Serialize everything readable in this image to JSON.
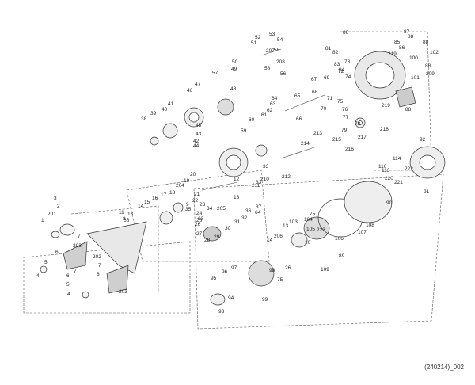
{
  "diagram_code": "(240214)_002",
  "callouts": [
    "1",
    "201",
    "3",
    "2",
    "7",
    "202",
    "6",
    "5",
    "4",
    "7",
    "6",
    "5",
    "4",
    "202",
    "7",
    "6",
    "203",
    "8",
    "11",
    "13",
    "14",
    "15",
    "16",
    "17",
    "18",
    "204",
    "19",
    "20",
    "21",
    "22",
    "23",
    "34",
    "205",
    "33",
    "33",
    "12",
    "13",
    "24",
    "25",
    "26",
    "27",
    "28",
    "29",
    "30",
    "31",
    "32",
    "36",
    "37",
    "38",
    "39",
    "40",
    "41",
    "42",
    "43",
    "44",
    "45",
    "46",
    "47",
    "48",
    "49",
    "50",
    "51",
    "52",
    "53",
    "54",
    "55",
    "207",
    "208",
    "56",
    "57",
    "58",
    "59",
    "60",
    "61",
    "62",
    "63",
    "64",
    "65",
    "66",
    "67",
    "68",
    "69",
    "70",
    "71",
    "72",
    "73",
    "74",
    "75",
    "76",
    "77",
    "78",
    "79",
    "80",
    "81",
    "82",
    "83",
    "84",
    "85",
    "86",
    "87",
    "88",
    "88",
    "88",
    "209",
    "210",
    "211",
    "212",
    "213",
    "214",
    "215",
    "216",
    "217",
    "218",
    "219",
    "219",
    "88",
    "100",
    "101",
    "102",
    "103",
    "104",
    "105",
    "106",
    "107",
    "108",
    "109",
    "110",
    "113",
    "114",
    "220",
    "221",
    "222",
    "223",
    "89",
    "90",
    "91",
    "92",
    "93",
    "94",
    "95",
    "96",
    "97",
    "98",
    "99",
    "75",
    "26",
    "14",
    "13",
    "75",
    "206",
    "35",
    "9",
    "10",
    "63",
    "64",
    "66"
  ]
}
